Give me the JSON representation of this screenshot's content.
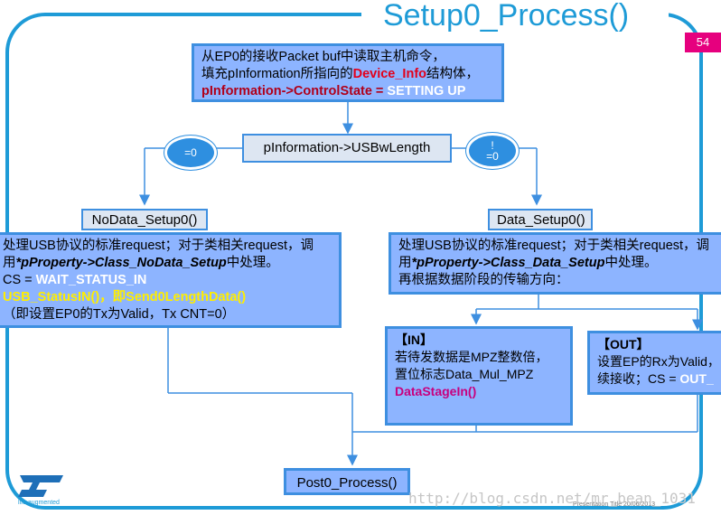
{
  "title": "Setup0_Process()",
  "page_number": "54",
  "top_box": {
    "line1": "从EP0的接收Packet buf中读取主机命令，",
    "line2_prefix": "填充pInformation所指向的",
    "line2_highlight": "Device_Info",
    "line2_suffix": "结构体，",
    "line3_prefix": "pInformation->ControlState = ",
    "line3_value": "SETTING UP"
  },
  "decision": "pInformation->USBwLength",
  "left_condition": "=0",
  "right_condition_line1": "!",
  "right_condition_line2": "=0",
  "nodata_label": "NoData_Setup0()",
  "data_label": "Data_Setup0()",
  "nodata_box": {
    "line1": "处理USB协议的标准request；对于类相关request，调",
    "line2_prefix": "用",
    "line2_func": "*pProperty->Class_NoData_Setup",
    "line2_suffix": "中处理。",
    "line3_prefix": "CS = ",
    "line3_value": "WAIT_STATUS_IN",
    "line4": "USB_StatusIN()，即Send0LengthData()",
    "line5": "（即设置EP0的Tx为Valid，Tx CNT=0）"
  },
  "data_box": {
    "line1": "处理USB协议的标准request；对于类相关request，调",
    "line2_prefix": "用",
    "line2_func": "*pProperty->Class_Data_Setup",
    "line2_suffix": "中处理。",
    "line3": "再根据数据阶段的传输方向："
  },
  "in_box": {
    "heading": "【IN】",
    "line1": "若待发数据是MPZ整数倍，",
    "line2": "置位标志Data_Mul_MPZ",
    "line3": "DataStageIn()"
  },
  "out_box": {
    "heading": "【OUT】",
    "line1": "设置EP的Rx为Valid，",
    "line2_prefix": "续接收；CS = ",
    "line2_value": "OUT_"
  },
  "post_label": "Post0_Process()",
  "logo_caption": "life.augmented",
  "watermark": "http://blog.csdn.net/mr_bean_1031",
  "footer": "Presentation Title    20/06/2013"
}
